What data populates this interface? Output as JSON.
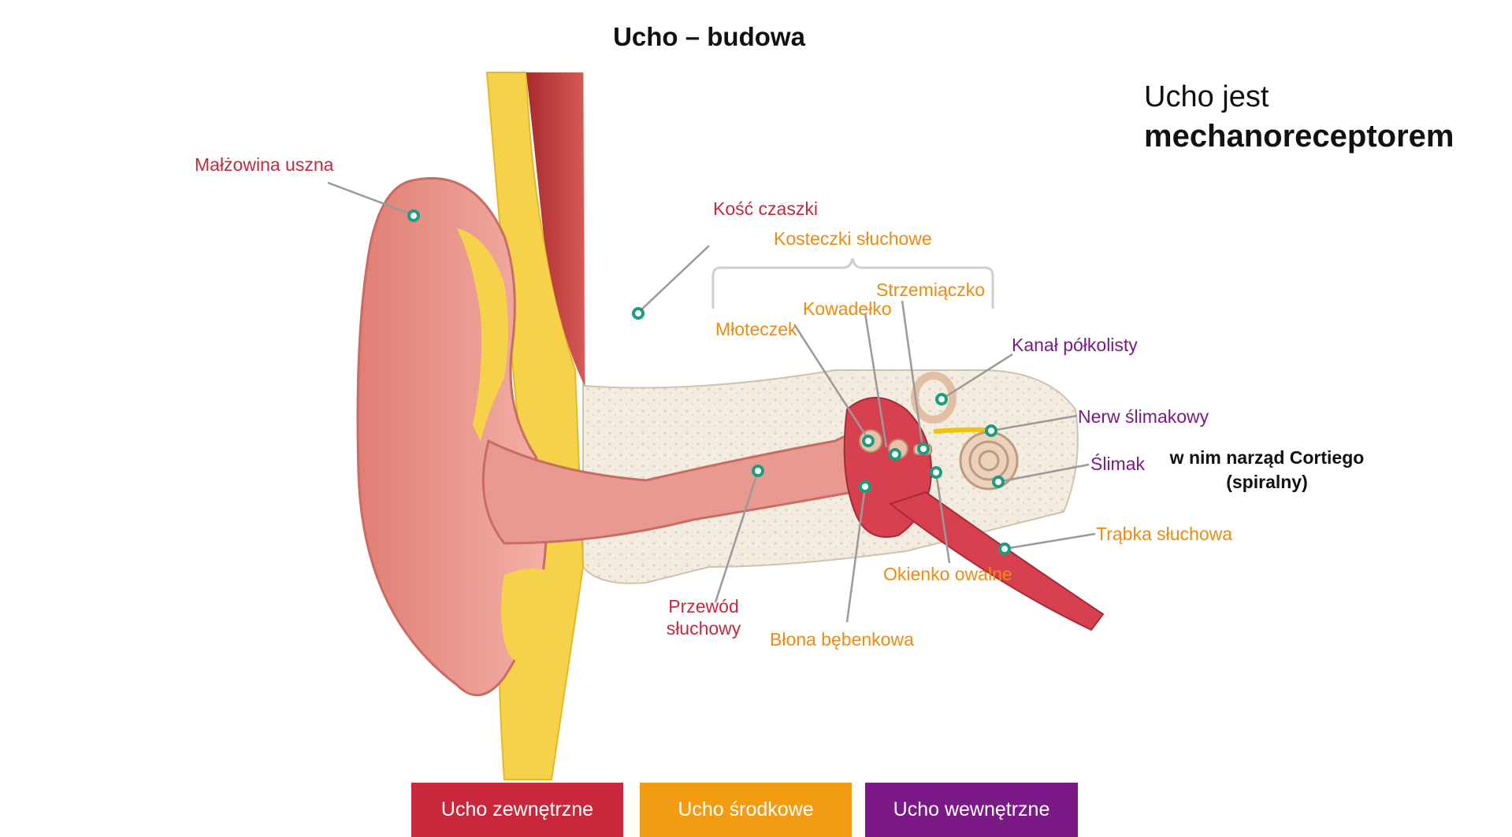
{
  "title": "Ucho – budowa",
  "side_note": {
    "line1": "Ucho jest",
    "line2": "mechanoreceptorem"
  },
  "cochlea_note": {
    "line1": "w nim narząd Cortiego",
    "line2": "(spiralny)"
  },
  "labels": {
    "malzowina": "Małżowina uszna",
    "kosc": "Kość czaszki",
    "kosteczki": "Kosteczki słuchowe",
    "strzemiaczko": "Strzemiączko",
    "kowadelko": "Kowadełko",
    "mloteczek": "Młoteczek",
    "kanal": "Kanał półkolisty",
    "nerw": "Nerw ślimakowy",
    "slimak": "Ślimak",
    "trabka": "Trąbka słuchowa",
    "okienko": "Okienko owalne",
    "blona": "Błona bębenkowa",
    "przewod1": "Przewód",
    "przewod2": "słuchowy"
  },
  "legend": {
    "outer": "Ucho zewnętrzne",
    "middle": "Ucho środkowe",
    "inner": "Ucho wewnętrzne"
  },
  "colors": {
    "outer": "#c8273c",
    "middle": "#f39c12",
    "inner": "#7b1a86",
    "marker": "#1a9e7e"
  }
}
